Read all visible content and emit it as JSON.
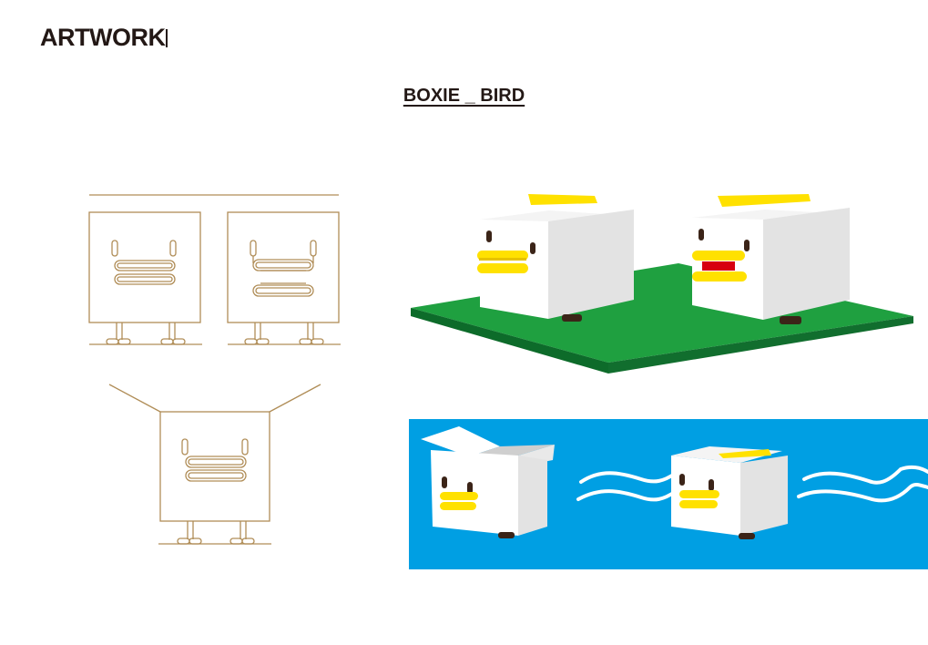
{
  "header": {
    "title": "ARTWORK"
  },
  "section": {
    "title": "BOXIE _ BIRD"
  },
  "colors": {
    "sketch_line": "#b08d57",
    "ground_green": "#1fa040",
    "ground_edge": "#0d6b2a",
    "sky_blue": "#009fe3",
    "beak_yellow": "#ffe100",
    "beak_accent": "#e6c200",
    "mouth_red": "#d7000f",
    "box_front": "#ffffff",
    "box_side": "#e3e3e3",
    "feet_brown": "#3b2418"
  },
  "artworks": [
    {
      "name": "line-sketch-front-views",
      "icon": "boxie-bird-line-drawing"
    },
    {
      "name": "line-sketch-open-box",
      "icon": "boxie-bird-open-box-drawing"
    },
    {
      "name": "boxie-birds-on-grass",
      "icon": "boxie-bird-3d-render"
    },
    {
      "name": "boxie-birds-in-sky",
      "icon": "boxie-bird-flying-render"
    }
  ]
}
